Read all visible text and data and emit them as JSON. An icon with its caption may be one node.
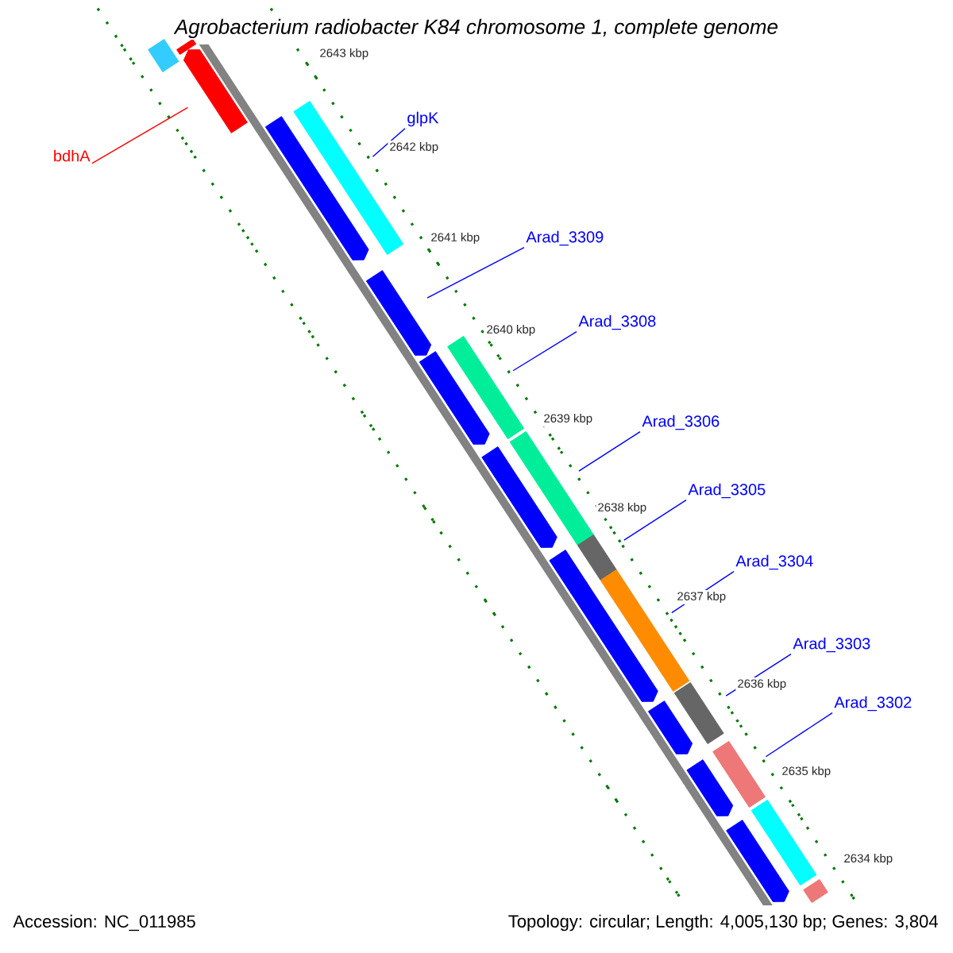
{
  "diagram": {
    "title": "Agrobacterium radiobacter K84 chromosome 1, complete genome",
    "nodes": [
      {
        "text": [],
        "shape": "bar"
      },
      {
        "text": [],
        "shape": "bar"
      },
      {
        "text": [],
        "shape": "arrow"
      },
      {
        "text": [],
        "shape": "bar"
      },
      {
        "text": [],
        "shape": "arrow"
      },
      {
        "text": [],
        "shape": "arrow"
      },
      {
        "text": [],
        "shape": "bar"
      },
      {
        "text": [],
        "shape": "arrow"
      },
      {
        "text": [],
        "shape": "bar"
      },
      {
        "text": [],
        "shape": "arrow"
      },
      {
        "text": [],
        "shape": "bar"
      },
      {
        "text": [],
        "shape": "arrow"
      },
      {
        "text": [],
        "shape": "bar"
      },
      {
        "text": [],
        "shape": "arrow"
      },
      {
        "text": [],
        "shape": "bar"
      },
      {
        "text": [],
        "shape": "arrow"
      },
      {
        "text": [],
        "shape": "bar"
      },
      {
        "text": [],
        "shape": "arrow"
      },
      {
        "text": [],
        "shape": "bar"
      },
      {
        "text": [],
        "shape": "arrow"
      },
      {
        "text": [],
        "shape": "bar"
      },
      {
        "text": [
          "bdhA"
        ]
      },
      {
        "text": [
          "glpK"
        ]
      },
      {
        "text": [
          "Arad_3309"
        ]
      },
      {
        "text": [
          "Arad_3308"
        ]
      },
      {
        "text": [
          "Arad_3306"
        ]
      },
      {
        "text": [
          "Arad_3305"
        ]
      },
      {
        "text": [
          "Arad_3304"
        ]
      },
      {
        "text": [
          "Arad_3303"
        ]
      },
      {
        "text": [
          "Arad_3302"
        ]
      }
    ],
    "edges": [
      {
        "from": 21,
        "to": 2,
        "arrow": "none",
        "color": "#ff0000"
      },
      {
        "from": 22,
        "to": 3,
        "arrow": "none"
      },
      {
        "from": 23,
        "to": 5,
        "arrow": "none"
      },
      {
        "from": 24,
        "to": 6,
        "arrow": "none"
      },
      {
        "from": 25,
        "to": 8,
        "arrow": "none"
      },
      {
        "from": 26,
        "to": 10,
        "arrow": "none"
      },
      {
        "from": 27,
        "to": 12,
        "arrow": "none"
      },
      {
        "from": 28,
        "to": 14,
        "arrow": "none"
      },
      {
        "from": 29,
        "to": 16,
        "arrow": "none"
      }
    ],
    "labels": [
      "2643 kbp",
      "2642 kbp",
      "2641 kbp",
      "2640 kbp",
      "2639 kbp",
      "2638 kbp",
      "2637 kbp",
      "2636 kbp",
      "2635 kbp",
      "2634 kbp",
      "Accession: NC_011985",
      "Topology: circular; Length: 4,005,130 bp; Genes: 3,804"
    ]
  }
}
